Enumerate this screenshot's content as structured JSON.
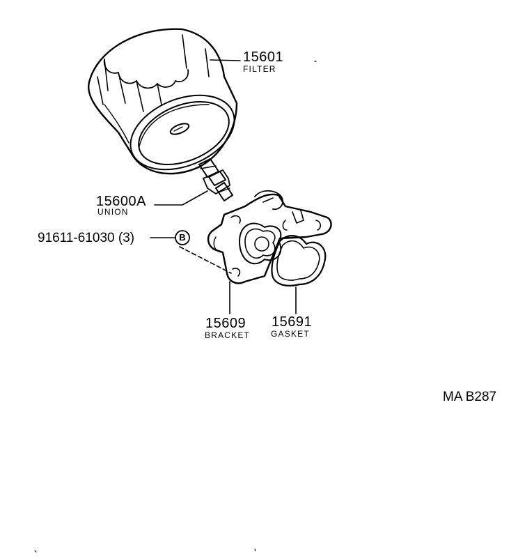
{
  "parts": {
    "filter": {
      "number": "15601",
      "name": "FILTER"
    },
    "union": {
      "number": "15600A",
      "name": "UNION"
    },
    "bolt": {
      "number": "91611-61030 (3)",
      "marker": "B"
    },
    "bracket": {
      "number": "15609",
      "name": "BRACKET"
    },
    "gasket": {
      "number": "15691",
      "name": "GASKET"
    }
  },
  "diagram_code": "MA B287"
}
